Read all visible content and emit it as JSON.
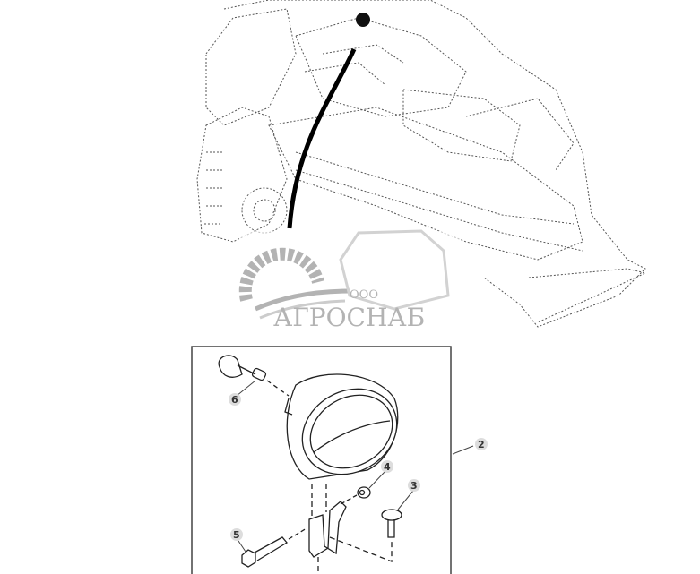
{
  "watermark": {
    "prefix": "ООО",
    "name": "АГРОСНАБ"
  },
  "callouts": {
    "assembly": "2",
    "carriage_bolt": "3",
    "nut": "4",
    "bolt": "5",
    "bulb": "6"
  },
  "colors": {
    "line": "#222222",
    "dotted": "#555555",
    "watermark": "#9a9a9a"
  }
}
